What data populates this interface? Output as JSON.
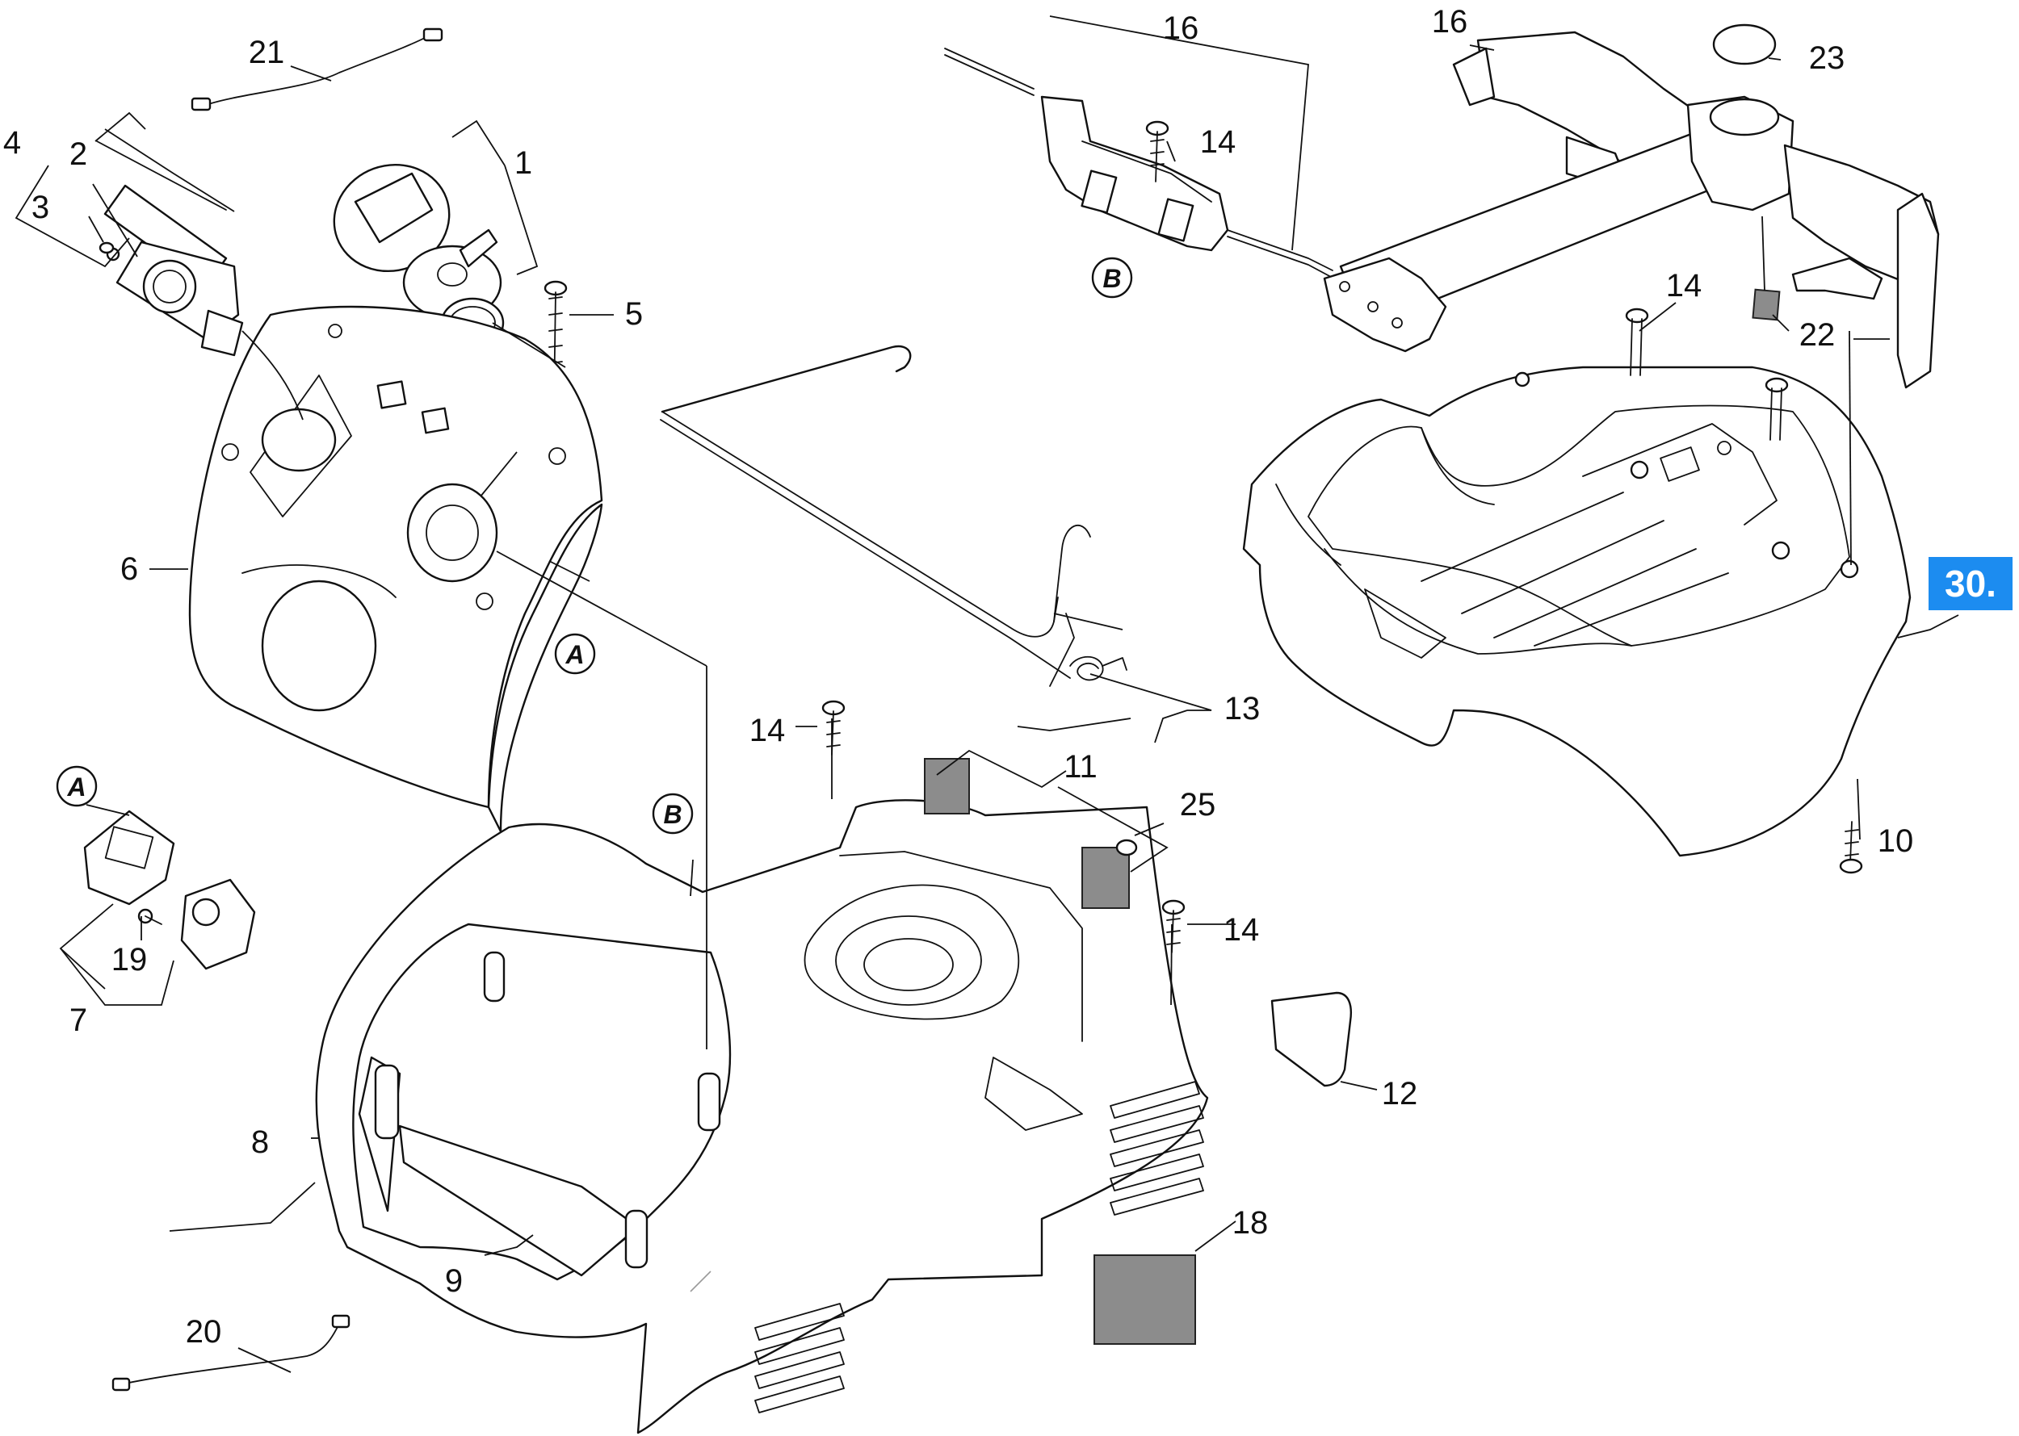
{
  "diagram": {
    "group_badge": "30.",
    "reference_markers": [
      "A",
      "B"
    ],
    "callouts": [
      "1",
      "2",
      "3",
      "4",
      "5",
      "6",
      "7",
      "8",
      "9",
      "10",
      "11",
      "12",
      "13",
      "14",
      "16",
      "18",
      "19",
      "20",
      "21",
      "22",
      "23",
      "25"
    ]
  },
  "colors": {
    "badge_background": "#1c8cf0",
    "badge_text": "#ffffff",
    "line_art": "#111111",
    "filter_gray": "#8c8c8c"
  }
}
